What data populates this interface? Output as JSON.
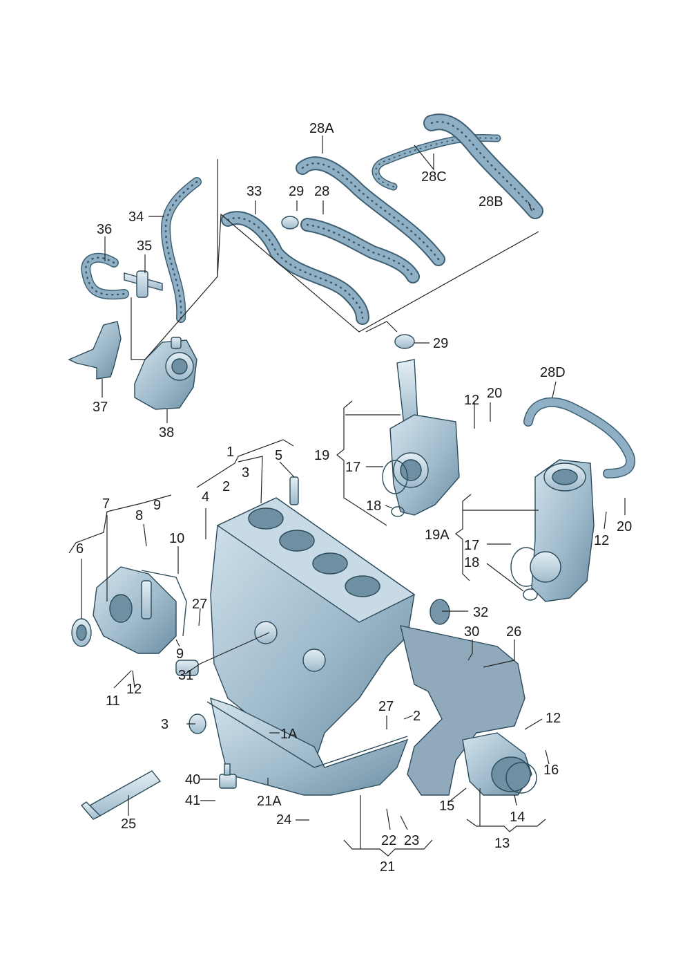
{
  "callouts": {
    "c1": "1",
    "c2": "2",
    "c2b": "2",
    "c3": "3",
    "c3b": "3",
    "c4": "4",
    "c5": "5",
    "c6": "6",
    "c7": "7",
    "c8": "8",
    "c9": "9",
    "c9b": "9",
    "c10": "10",
    "c11": "11",
    "c12a": "12",
    "c12b": "12",
    "c12c": "12",
    "c12d": "12",
    "c13": "13",
    "c14": "14",
    "c15": "15",
    "c16": "16",
    "c17a": "17",
    "c17b": "17",
    "c18a": "18",
    "c18b": "18",
    "c19": "19",
    "c19a": "19A",
    "c20a": "20",
    "c20b": "20",
    "c21": "21",
    "c21a": "21A",
    "c22": "22",
    "c23": "23",
    "c24": "24",
    "c25": "25",
    "c26": "26",
    "c27a": "27",
    "c27b": "27",
    "c28": "28",
    "c28a": "28A",
    "c28b": "28B",
    "c28c": "28C",
    "c28d": "28D",
    "c29a": "29",
    "c29b": "29",
    "c30": "30",
    "c31": "31",
    "c32": "32",
    "c33": "33",
    "c34": "34",
    "c35": "35",
    "c36": "36",
    "c37": "37",
    "c38": "38",
    "c40": "40",
    "c41": "41",
    "c1a": "1A"
  },
  "colors": {
    "part_fill": "#a9c3d3",
    "part_light": "#cfe0ea",
    "part_dark": "#7896a9",
    "line": "#222222"
  }
}
